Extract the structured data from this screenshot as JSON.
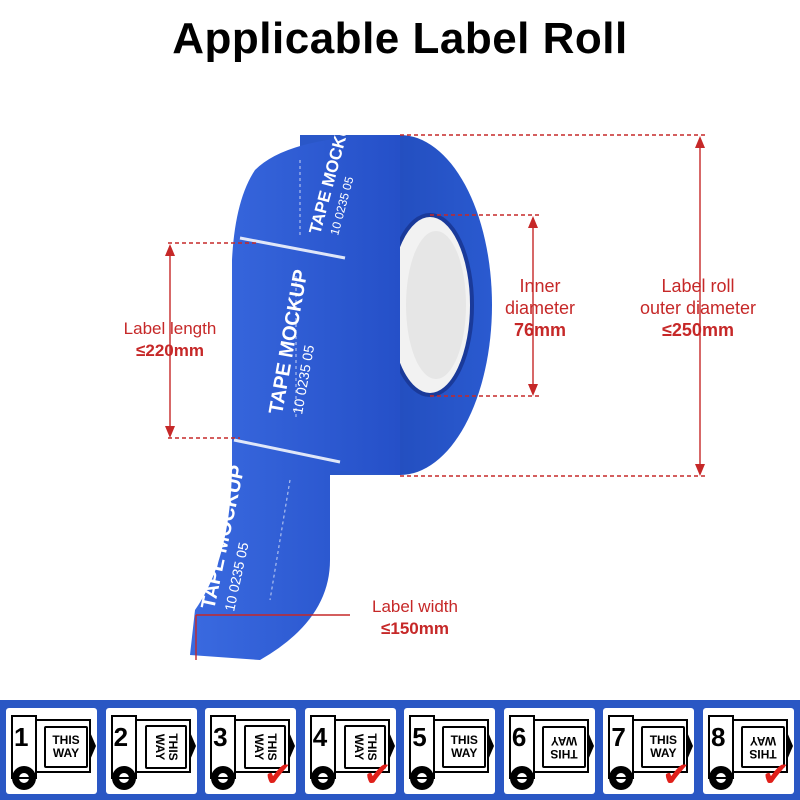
{
  "title": "Applicable Label Roll",
  "roll": {
    "print_main": "TAPE MOCKUP",
    "print_sub": "10 0235 05",
    "colors": {
      "tape": "#2d5fd8",
      "tape_dark": "#1c3fa8",
      "annotation": "#c62828"
    }
  },
  "annotations": {
    "label_length": {
      "label": "Label length",
      "value": "≤220mm"
    },
    "inner_diameter": {
      "label_line1": "Inner",
      "label_line2": "diameter",
      "value": "76mm"
    },
    "outer_diameter": {
      "label_line1": "Label roll",
      "label_line2": "outer diameter",
      "value": "≤250mm"
    },
    "label_width": {
      "label": "Label width",
      "value": "≤150mm"
    }
  },
  "directions": [
    {
      "number": "1",
      "line1": "THIS",
      "line2": "WAY",
      "check": ""
    },
    {
      "number": "2",
      "line1": "THIS",
      "line2": "WAY",
      "check": ""
    },
    {
      "number": "3",
      "line1": "THIS",
      "line2": "WAY",
      "check": "✔"
    },
    {
      "number": "4",
      "line1": "THIS",
      "line2": "WAY",
      "check": "✔"
    },
    {
      "number": "5",
      "line1": "THIS",
      "line2": "WAY",
      "check": ""
    },
    {
      "number": "6",
      "line1": "THIS",
      "line2": "WAY",
      "check": ""
    },
    {
      "number": "7",
      "line1": "THIS",
      "line2": "WAY",
      "check": "✔"
    },
    {
      "number": "8",
      "line1": "THIS",
      "line2": "WAY",
      "check": "✔"
    }
  ]
}
